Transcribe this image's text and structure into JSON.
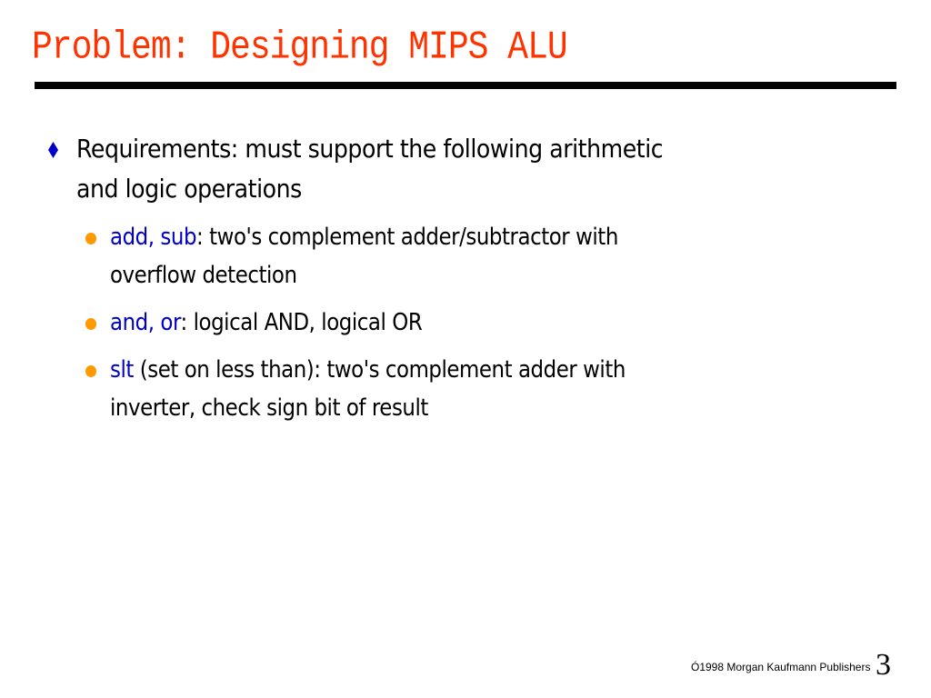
{
  "slide": {
    "title": "Problem: Designing MIPS ALU",
    "title_color": "#ff3300",
    "main_bullet": {
      "icon": "diamond-bullet-icon",
      "icon_color": "#0000cc",
      "line1": "Requirements: must support the following arithmetic",
      "line2": "and logic operations"
    },
    "sub_bullets": [
      {
        "icon": "dot-bullet-icon",
        "keyword": "add, sub",
        "text_line1": ": two's complement adder/subtractor with",
        "text_line2": "overflow detection"
      },
      {
        "icon": "dot-bullet-icon",
        "keyword": "and, or",
        "text_line1": ": logical AND, logical OR",
        "text_line2": ""
      },
      {
        "icon": "dot-bullet-icon",
        "keyword": "slt",
        "text_line1": " (set on less than): two's complement adder with",
        "text_line2": "inverter, check sign bit of result"
      }
    ],
    "sub_bullet_color": "#ff9900",
    "keyword_color": "#0000cc",
    "footer": "Ó1998 Morgan Kaufmann Publishers",
    "page_number": "3"
  }
}
